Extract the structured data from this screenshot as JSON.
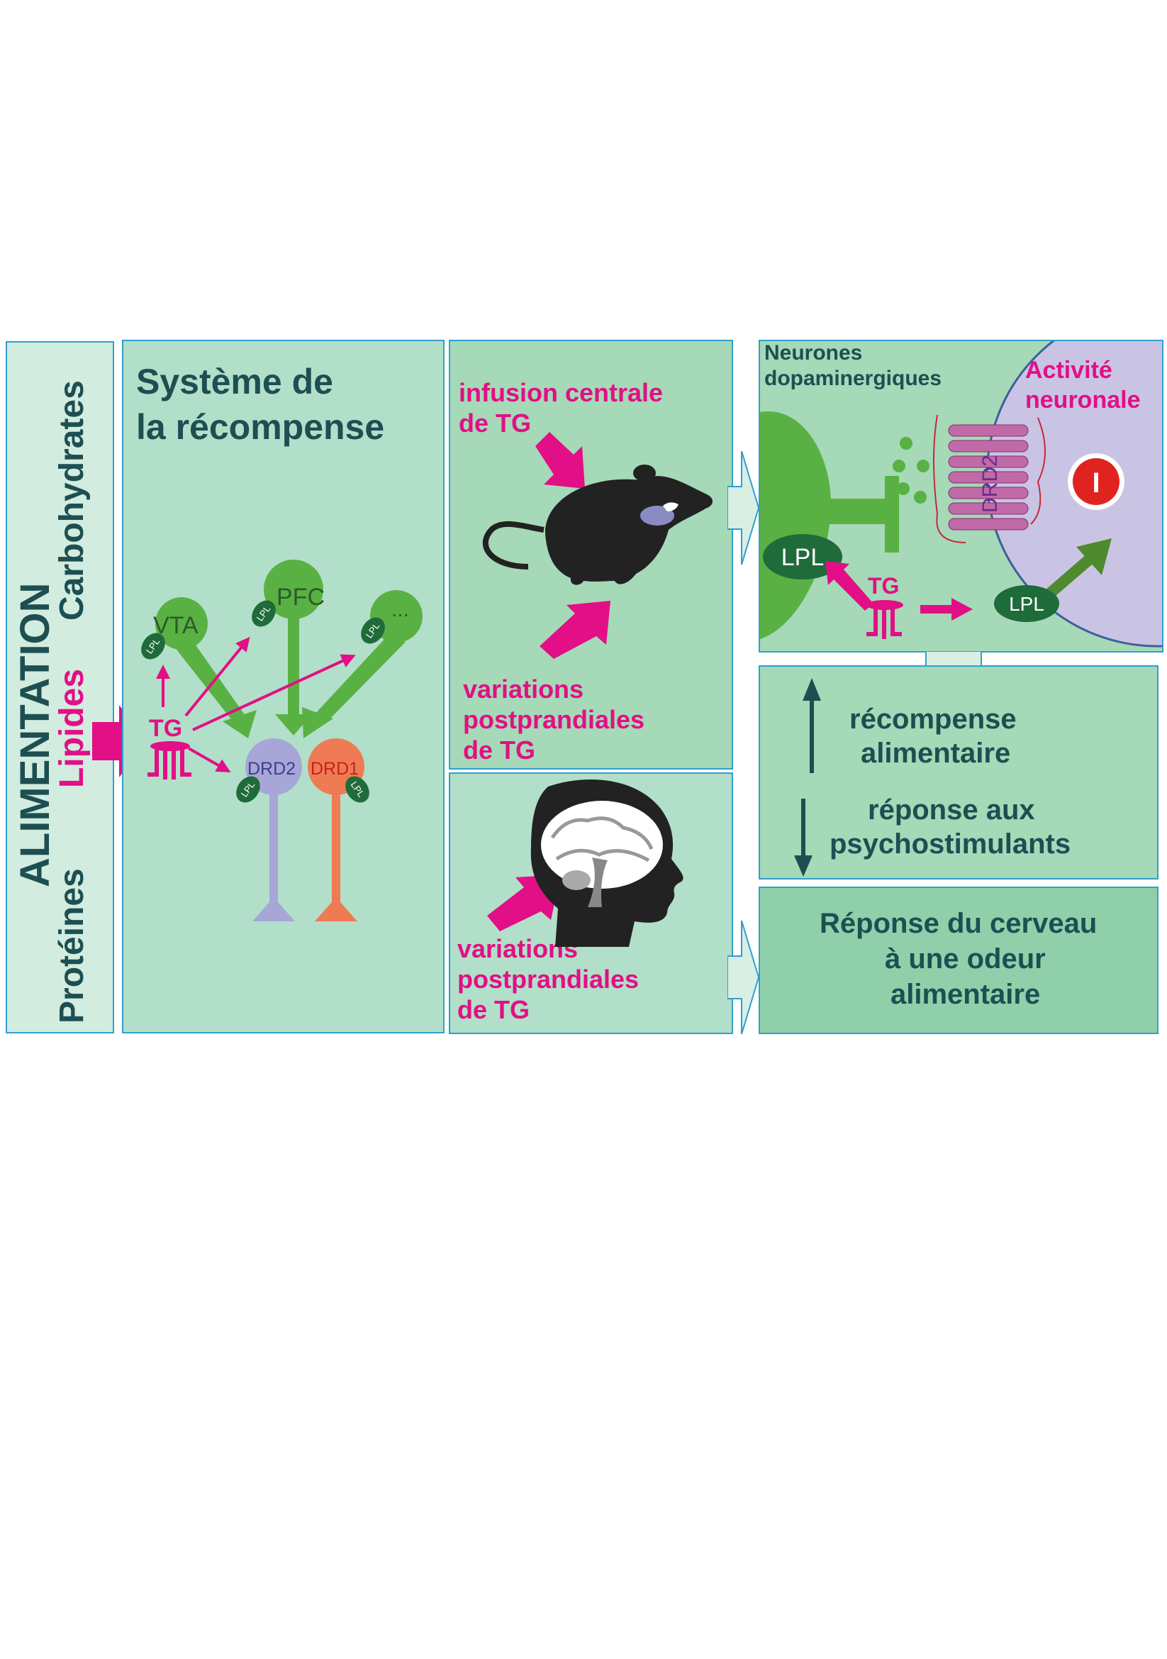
{
  "colors": {
    "panel_fill": "#b2dfc9",
    "panel_fill_alt": "#a5d9b7",
    "panel_border": "#2f9fd0",
    "neuron_green": "#5ab143",
    "drd2_lavender": "#a7a6d6",
    "drd1_orange": "#ee7b53",
    "lpl_dark_green": "#1f6b3a",
    "magenta": "#e20f86",
    "text_dark": "#1d4f52",
    "activity_bubble": "#c9c4e4",
    "inhibit_red": "#e1231f"
  },
  "food_bar": {
    "title": "ALIMENTATION",
    "proteins": "Protéines",
    "lipids": "Lipides",
    "carbohydrates": "Carbohydrates"
  },
  "reward_panel": {
    "title_line1": "Système de",
    "title_line2": "la récompense",
    "vta": "VTA",
    "pfc": "PFC",
    "other_regions": "...",
    "tg": "TG",
    "drd2": "DRD2",
    "drd1": "DRD1",
    "lpl": "LPL"
  },
  "mouse_panel": {
    "infusion_line1": "infusion centrale",
    "infusion_line2": "de TG",
    "variations_line1": "variations",
    "variations_line2": "postprandiales",
    "variations_line3": "de TG"
  },
  "brain_panel": {
    "variations_line1": "variations",
    "variations_line2": "postprandiales",
    "variations_line3": "de TG"
  },
  "neuron_panel": {
    "neurons_line1": "Neurones",
    "neurons_line2": "dopaminergiques",
    "activity_line1": "Activité",
    "activity_line2": "neuronale",
    "drd2": "DRD2",
    "lpl": "LPL",
    "tg": "TG",
    "inhibit_symbol": "I"
  },
  "outcome_panel": {
    "reward_line1": "récompense",
    "reward_line2": "alimentaire",
    "stimulants_line1": "réponse aux",
    "stimulants_line2": "psychostimulants"
  },
  "odor_panel": {
    "line1": "Réponse du cerveau",
    "line2": "à une odeur",
    "line3": "alimentaire"
  }
}
